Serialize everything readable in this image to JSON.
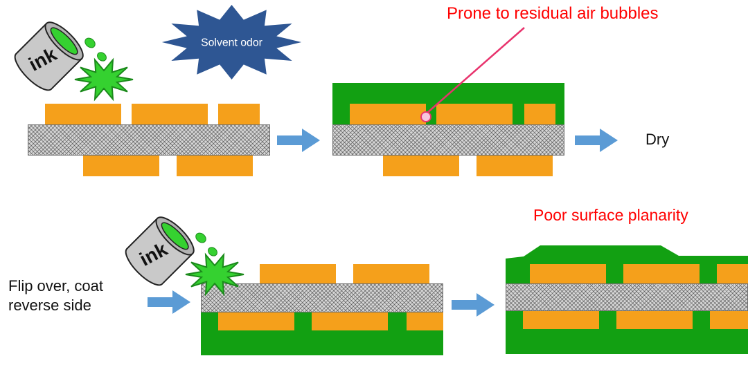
{
  "diagram": {
    "solvent_odor": "Solvent odor",
    "air_bubbles_note": "Prone to residual air bubbles",
    "dry_label": "Dry",
    "flip_note_line1": "Flip over, coat",
    "flip_note_line2": "reverse side",
    "poor_planarity_note": "Poor surface planarity",
    "ink_can_label": "ink"
  },
  "colors": {
    "coating_green": "#12A012",
    "pad_orange": "#F5A01B",
    "substrate_gray": "#D6D6D6",
    "arrow_blue": "#5B9BD5",
    "solvent_burst_blue": "#2E5693",
    "warning_text_red": "#FF0000",
    "callout_pink": "#E8336D",
    "ink_green": "#35D130",
    "can_gray": "#C9C9C9"
  }
}
